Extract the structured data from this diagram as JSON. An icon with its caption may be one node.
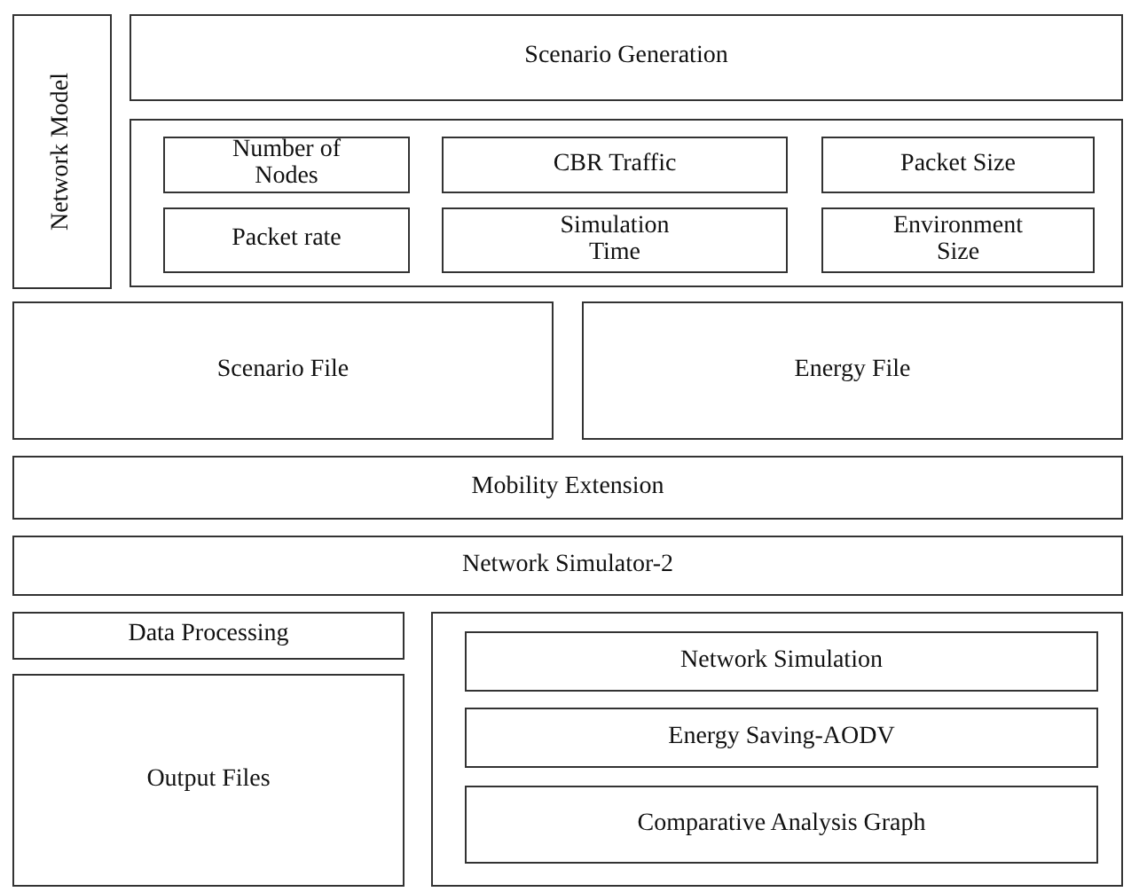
{
  "diagram": {
    "nodes": [
      {
        "text": [
          "Network Model"
        ]
      },
      {
        "text": [
          "Scenario Generation"
        ]
      },
      {
        "text": [],
        "shape": "box"
      },
      {
        "text": [
          "Number of Nodes"
        ],
        "in": 2
      },
      {
        "text": [
          "CBR Traffic"
        ],
        "in": 2
      },
      {
        "text": [
          "Packet Size"
        ],
        "in": 2
      },
      {
        "text": [
          "Packet rate"
        ],
        "in": 2
      },
      {
        "text": [
          "Simulation Time"
        ],
        "in": 2
      },
      {
        "text": [
          "Environment Size"
        ],
        "in": 2
      },
      {
        "text": [
          "Scenario File"
        ]
      },
      {
        "text": [
          "Energy File"
        ]
      },
      {
        "text": [
          "Mobility Extension"
        ]
      },
      {
        "text": [
          "Network Simulator-2"
        ]
      },
      {
        "text": [
          "Data Processing"
        ]
      },
      {
        "text": [
          "Output Files"
        ]
      },
      {
        "text": [],
        "shape": "box"
      },
      {
        "text": [
          "Network Simulation"
        ],
        "in": 15
      },
      {
        "text": [
          "Energy Saving-AODV"
        ],
        "in": 15
      },
      {
        "text": [
          "Comparative Analysis Graph"
        ],
        "in": 15
      }
    ],
    "edges": []
  }
}
